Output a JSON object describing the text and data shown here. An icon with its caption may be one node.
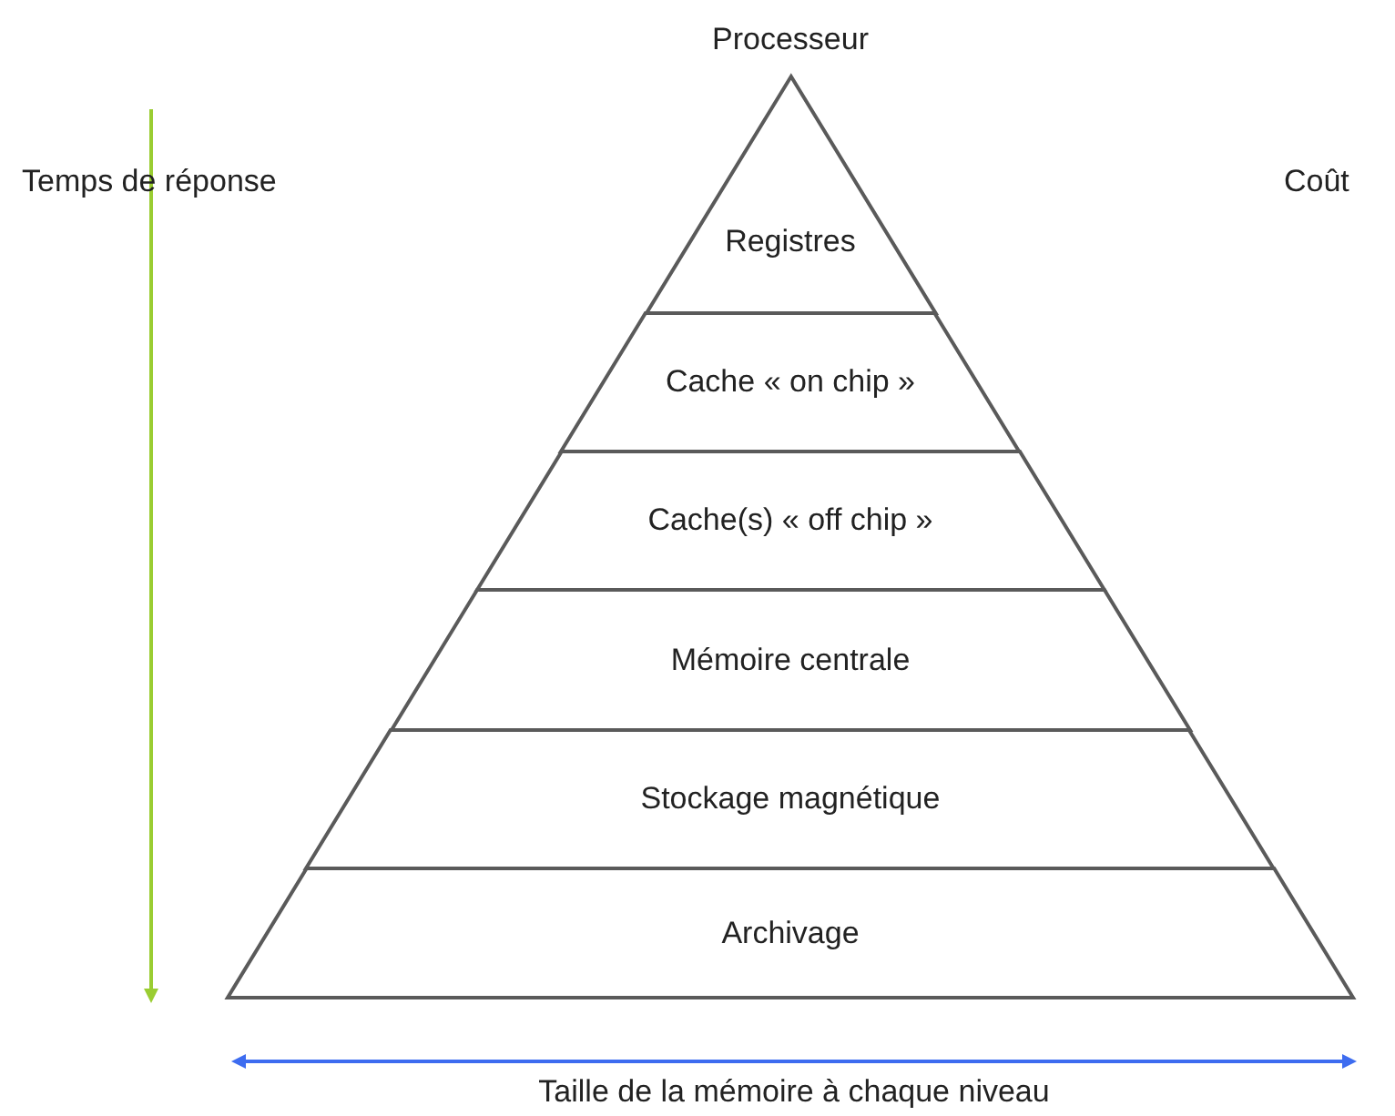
{
  "diagram": {
    "nodes": [
      {
        "text": [
          "Registres"
        ]
      },
      {
        "text": [
          "Cache « on chip »"
        ]
      },
      {
        "text": [
          "Cache(s) « off chip »"
        ]
      },
      {
        "text": [
          "Mémoire centrale"
        ]
      },
      {
        "text": [
          "Stockage magnétique"
        ]
      },
      {
        "text": [
          "Archivage"
        ]
      }
    ],
    "edges": [],
    "labels": [
      "Processeur",
      "Temps de réponse",
      "Coût",
      "Taille de la mémoire à chaque niveau"
    ]
  }
}
